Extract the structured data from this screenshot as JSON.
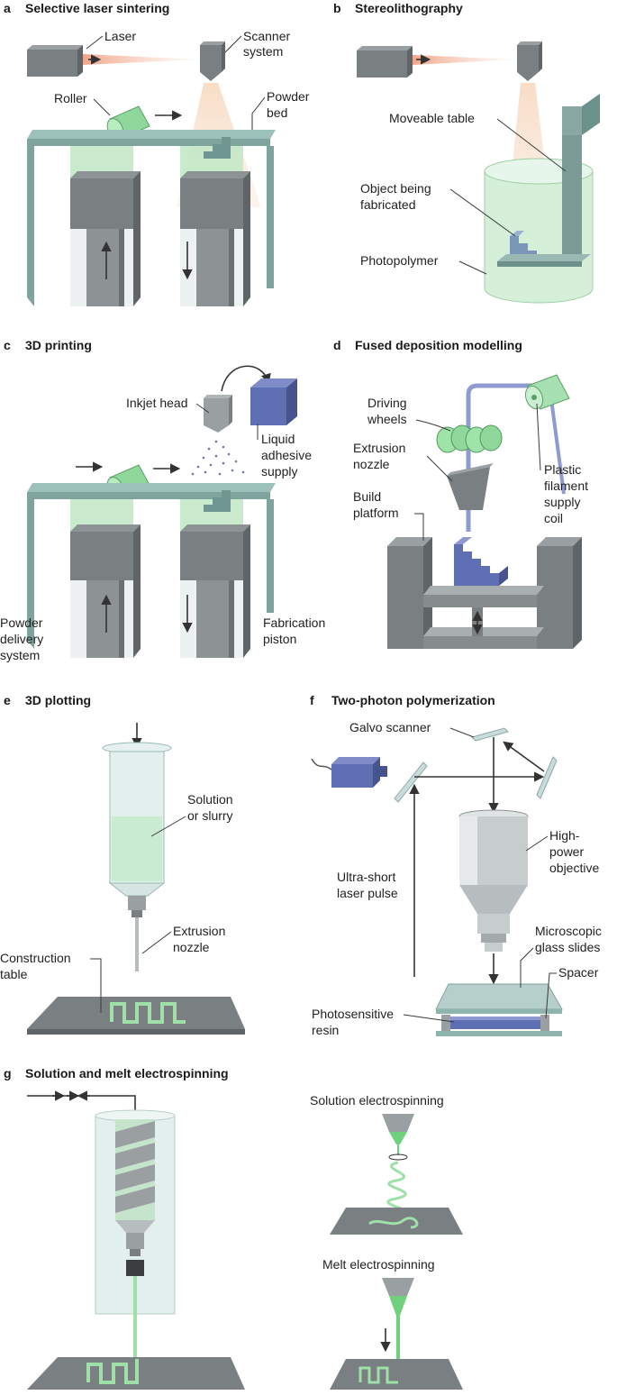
{
  "panels": {
    "a": {
      "letter": "a",
      "title": "Selective laser sintering",
      "labels": {
        "laser": "Laser",
        "scanner_1": "Scanner",
        "scanner_2": "system",
        "roller": "Roller",
        "powder_1": "Powder",
        "powder_2": "bed"
      }
    },
    "b": {
      "letter": "b",
      "title": "Stereolithography",
      "labels": {
        "moveable_table": "Moveable table",
        "object_1": "Object being",
        "object_2": "fabricated",
        "photopolymer": "Photopolymer"
      }
    },
    "c": {
      "letter": "c",
      "title": "3D printing",
      "labels": {
        "inkjet_head": "Inkjet head",
        "liquid_1": "Liquid",
        "liquid_2": "adhesive",
        "liquid_3": "supply",
        "powder_delivery_1": "Powder",
        "powder_delivery_2": "delivery",
        "powder_delivery_3": "system",
        "fab_piston_1": "Fabrication",
        "fab_piston_2": "piston"
      }
    },
    "d": {
      "letter": "d",
      "title": "Fused deposition modelling",
      "labels": {
        "driving_1": "Driving",
        "driving_2": "wheels",
        "extrusion_1": "Extrusion",
        "extrusion_2": "nozzle",
        "build_1": "Build",
        "build_2": "platform",
        "plastic_1": "Plastic",
        "plastic_2": "filament",
        "plastic_3": "supply",
        "plastic_4": "coil"
      }
    },
    "e": {
      "letter": "e",
      "title": "3D plotting",
      "labels": {
        "solution_1": "Solution",
        "solution_2": "or slurry",
        "extrusion_1": "Extrusion",
        "extrusion_2": "nozzle",
        "construction_1": "Construction",
        "construction_2": "table"
      }
    },
    "f": {
      "letter": "f",
      "title": "Two-photon polymerization",
      "labels": {
        "galvo": "Galvo scanner",
        "high_1": "High-",
        "high_2": "power",
        "high_3": "objective",
        "ultra_1": "Ultra-short",
        "ultra_2": "laser pulse",
        "micro_1": "Microscopic",
        "micro_2": "glass slides",
        "spacer": "Spacer",
        "photo_1": "Photosensitive",
        "photo_2": "resin"
      }
    },
    "g": {
      "letter": "g",
      "title": "Solution and melt electrospinning",
      "labels": {
        "solution_es": "Solution electrospinning",
        "melt_es": "Melt electrospinning"
      }
    }
  },
  "colors": {
    "grey_dark": "#6e7476",
    "grey_mid": "#8c9294",
    "grey_light": "#b7bcbe",
    "teal": "#8fb3ad",
    "teal_dark": "#6c908a",
    "green": "#9fe0a8",
    "green_fill": "#c9ecd0",
    "blue": "#5f6fb4",
    "blue_dark": "#46538f",
    "laser_beam": "#f2c9b5"
  }
}
